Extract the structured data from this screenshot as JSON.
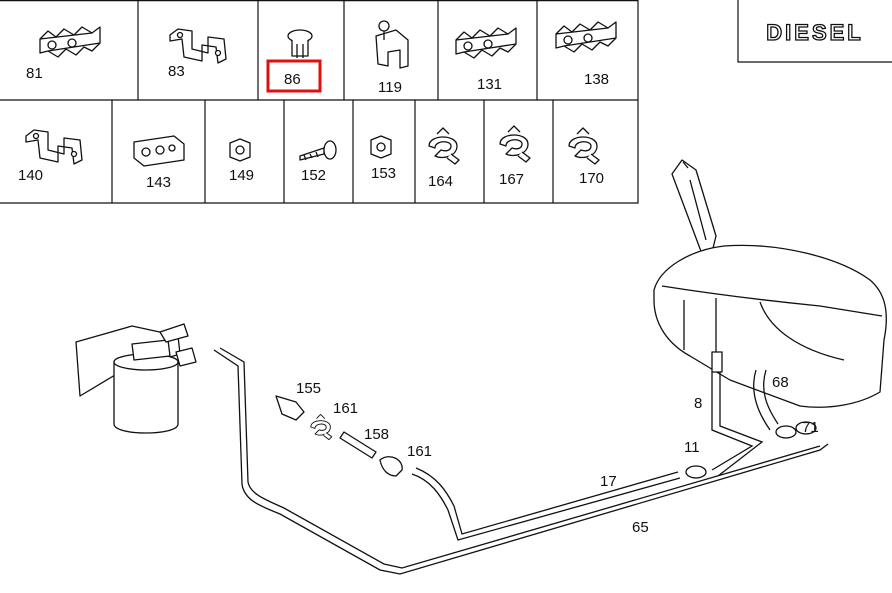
{
  "badge": {
    "text": "DIESEL"
  },
  "highlight_color": "#e01010",
  "catalog": {
    "row1": [
      {
        "id": "81",
        "label": "81",
        "icon": "rubber-block-icon"
      },
      {
        "id": "83",
        "label": "83",
        "icon": "bracket-icon"
      },
      {
        "id": "86",
        "label": "86",
        "icon": "clip-icon",
        "highlighted": true
      },
      {
        "id": "119",
        "label": "119",
        "icon": "holder-icon"
      },
      {
        "id": "131",
        "label": "131",
        "icon": "rubber-block-icon"
      },
      {
        "id": "138",
        "label": "138",
        "icon": "rubber-block-icon"
      }
    ],
    "row2": [
      {
        "id": "140",
        "label": "140",
        "icon": "bracket-icon"
      },
      {
        "id": "143",
        "label": "143",
        "icon": "grommet-icon"
      },
      {
        "id": "149",
        "label": "149",
        "icon": "nut-icon"
      },
      {
        "id": "152",
        "label": "152",
        "icon": "screw-icon"
      },
      {
        "id": "153",
        "label": "153",
        "icon": "nut-icon"
      },
      {
        "id": "164",
        "label": "164",
        "icon": "hose-clamp-icon"
      },
      {
        "id": "167",
        "label": "167",
        "icon": "hose-clamp-icon"
      },
      {
        "id": "170",
        "label": "170",
        "icon": "hose-clamp-icon"
      }
    ]
  },
  "callouts": [
    {
      "id": "155",
      "label": "155"
    },
    {
      "id": "161a",
      "label": "161"
    },
    {
      "id": "158",
      "label": "158"
    },
    {
      "id": "161b",
      "label": "161"
    },
    {
      "id": "17",
      "label": "17"
    },
    {
      "id": "65",
      "label": "65"
    },
    {
      "id": "11",
      "label": "11"
    },
    {
      "id": "8",
      "label": "8"
    },
    {
      "id": "68",
      "label": "68"
    },
    {
      "id": "71",
      "label": "71"
    }
  ]
}
